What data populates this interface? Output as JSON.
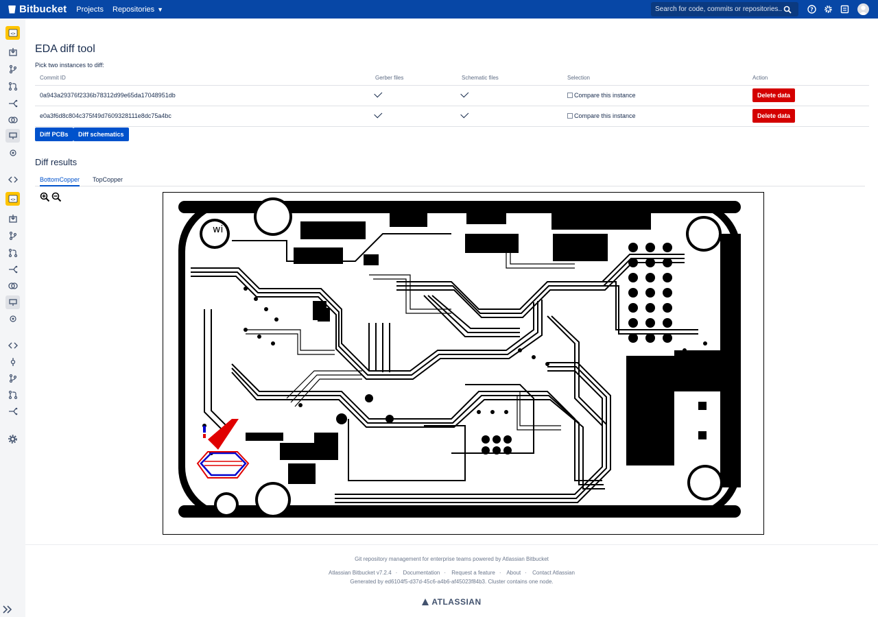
{
  "topbar": {
    "brand": "Bitbucket",
    "projects_label": "Projects",
    "repositories_label": "Repositories",
    "search_placeholder": "Search for code, commits or repositories..."
  },
  "page": {
    "title": "EDA diff tool",
    "subtitle": "Pick two instances to diff:"
  },
  "table": {
    "headers": [
      "Commit ID",
      "Gerber files",
      "Schematic files",
      "Selection",
      "Action"
    ],
    "rows": [
      {
        "commit": "0a943a29376f2336b78312d99e65da17048951db",
        "selection_label": "Compare this instance",
        "action_label": "Delete data"
      },
      {
        "commit": "e0a3f6d8c804c375f49d7609328111e8dc75a4bc",
        "selection_label": "Compare this instance",
        "action_label": "Delete data"
      }
    ]
  },
  "actions": {
    "diff_pcbs": "Diff PCBs",
    "diff_schematics": "Diff schematics"
  },
  "results": {
    "title": "Diff results",
    "tabs": [
      "BottomCopper",
      "TopCopper"
    ],
    "selected_tab": "BottomCopper"
  },
  "footer": {
    "tagline": "Git repository management for enterprise teams powered by Atlassian Bitbucket",
    "links": [
      "Atlassian Bitbucket v7.2.4",
      "Documentation",
      "Request a feature",
      "About",
      "Contact Atlassian"
    ],
    "generated": "Generated by ed6104f5-d37d-45c6-a4b6-af45023f84b3. Cluster contains one node.",
    "logo": "ATLASSIAN"
  },
  "colors": {
    "nav": "#0747a6",
    "primary_button": "#0052cc",
    "danger_button": "#d40000",
    "diff_added": "#e00000",
    "diff_removed": "#0000cc"
  }
}
